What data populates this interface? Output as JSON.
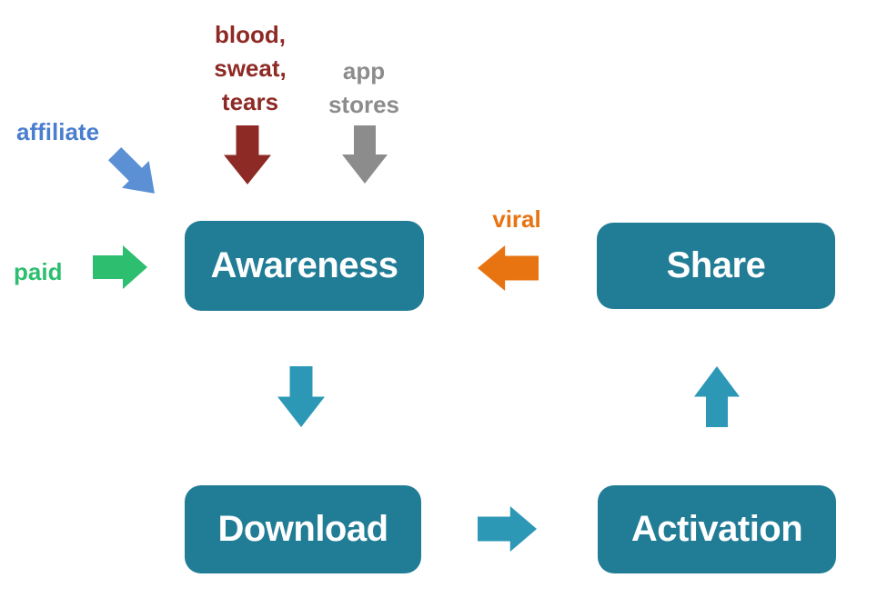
{
  "diagram": {
    "title_hint": "mobile app growth funnel",
    "nodes": {
      "awareness": {
        "label": "Awareness"
      },
      "download": {
        "label": "Download"
      },
      "activation": {
        "label": "Activation"
      },
      "share": {
        "label": "Share"
      }
    },
    "labels": {
      "affiliate": "affiliate",
      "organic": [
        "blood,",
        "sweat,",
        "tears"
      ],
      "app_stores": [
        "app",
        "stores"
      ],
      "paid": "paid",
      "viral": "viral"
    },
    "colors": {
      "node_fill": "#217C96",
      "node_text": "#FFFFFF",
      "flow_arrow": "#2C98B6",
      "affiliate_text": "#4A7ECE",
      "affiliate_arrow": "#5B90D5",
      "paid": "#2EBE70",
      "organic": "#8E2A26",
      "app_stores": "#8C8C8C",
      "viral": "#E87311"
    },
    "flow": [
      "Awareness -> Download",
      "Download -> Activation",
      "Activation -> Share",
      "Share -> Awareness (viral)"
    ]
  }
}
